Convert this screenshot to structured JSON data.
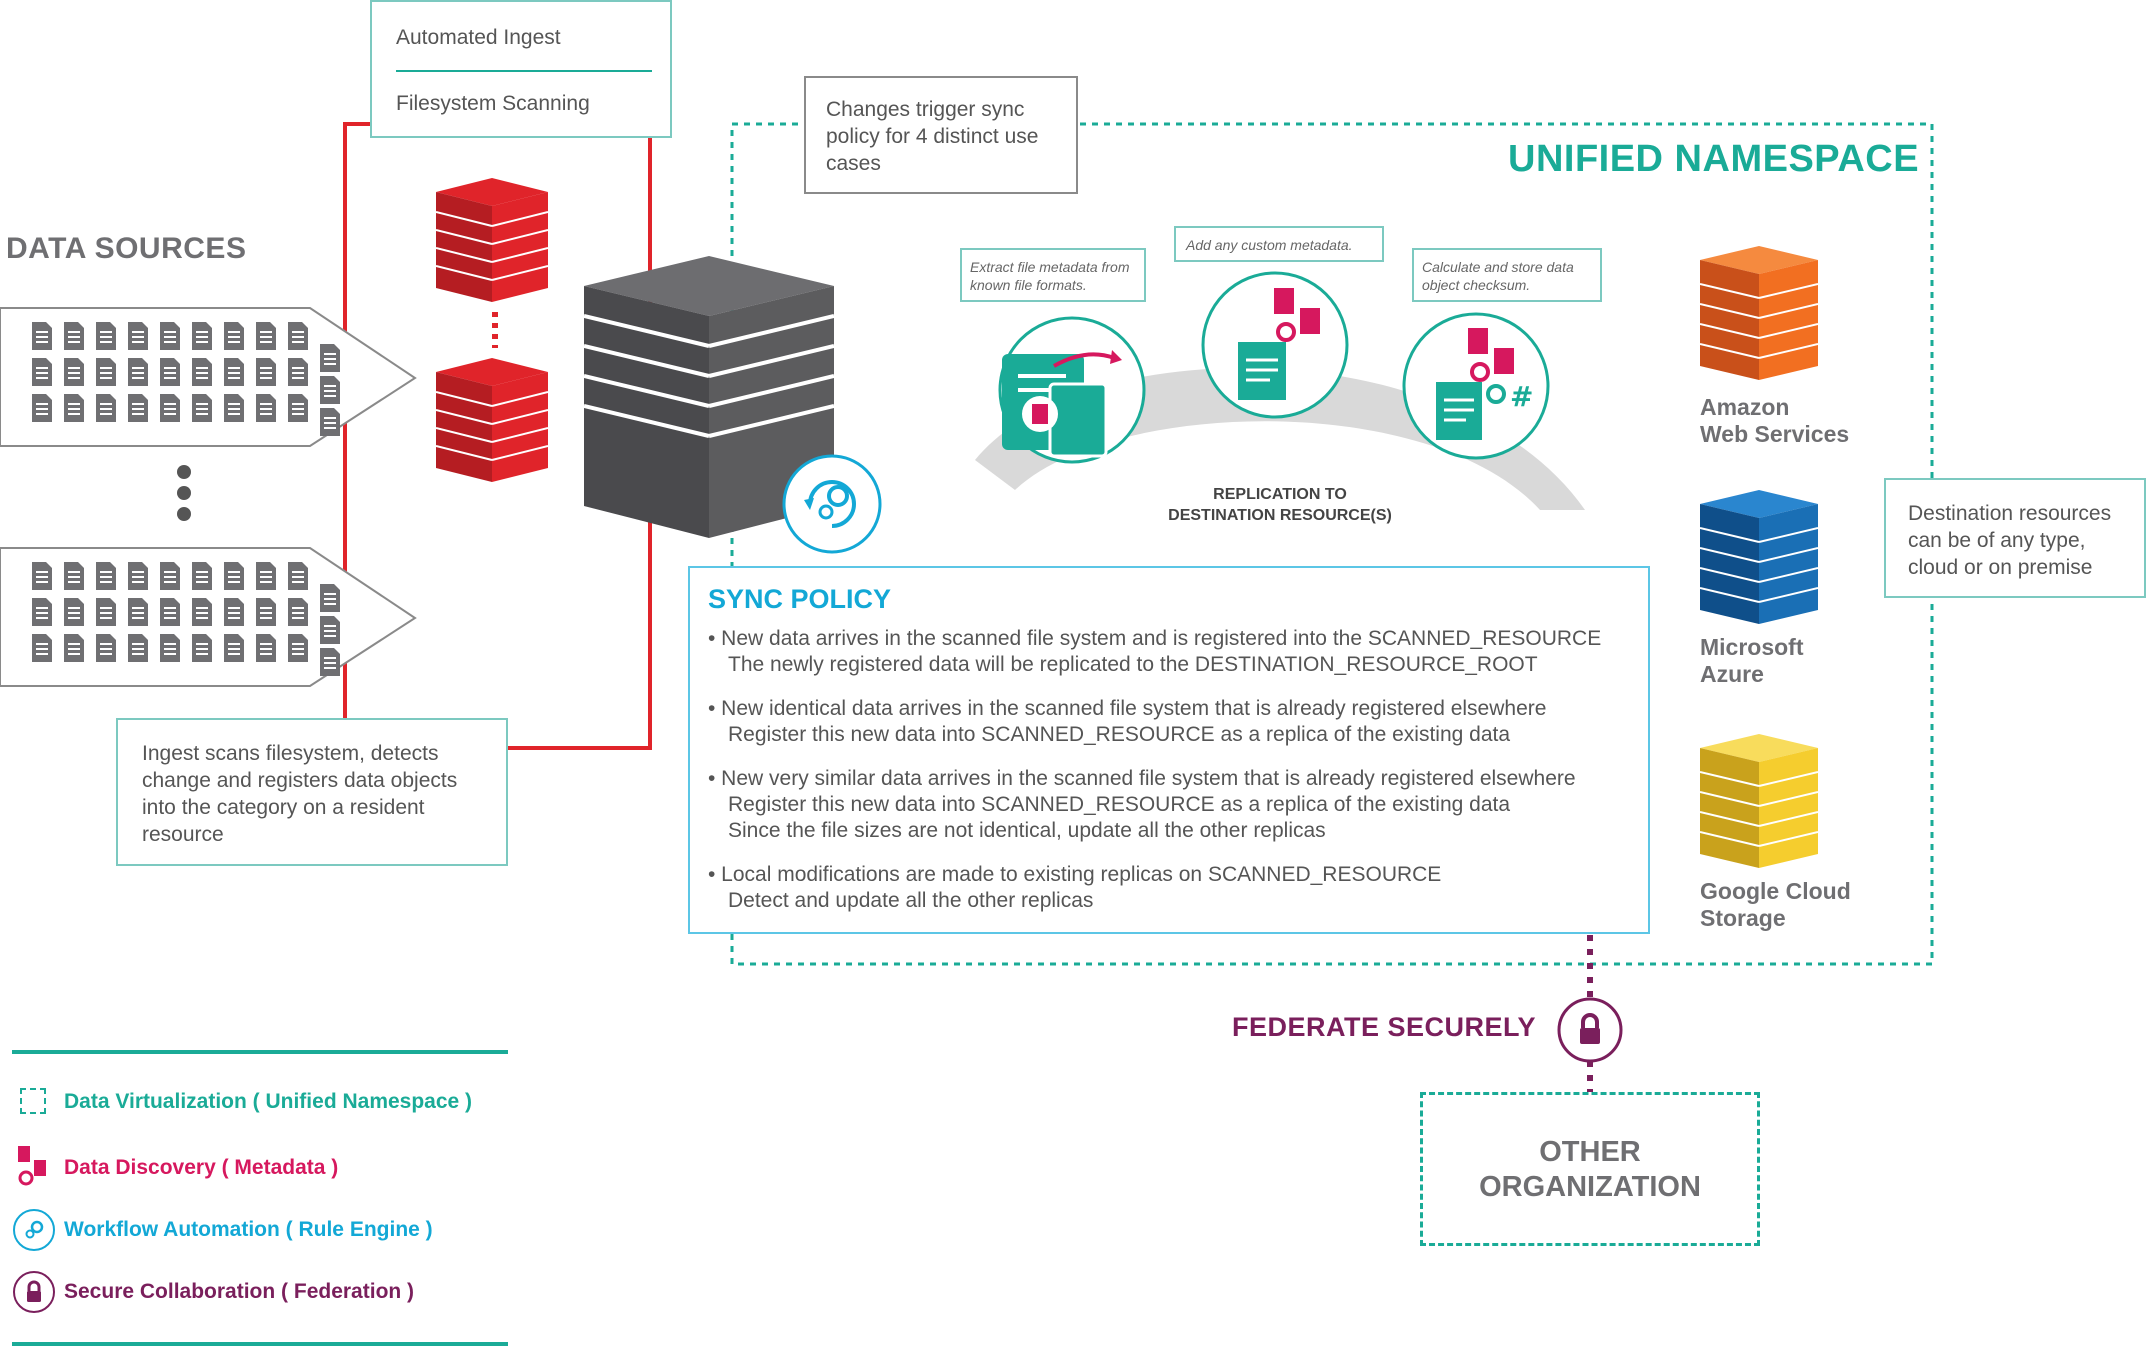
{
  "ingest_box": {
    "items": [
      "Automated Ingest",
      "Filesystem Scanning"
    ]
  },
  "data_sources_title": "DATA SOURCES",
  "changes_note": "Changes trigger sync policy for 4 distinct use cases",
  "unified_namespace_title": "UNIFIED NAMESPACE",
  "metadata_notes": {
    "extract": "Extract file metadata from known file formats.",
    "custom": "Add any custom metadata.",
    "checksum": "Calculate and store data object checksum."
  },
  "replication_label": [
    "REPLICATION TO",
    "DESTINATION RESOURCE(S)"
  ],
  "clouds": [
    {
      "name": [
        "Amazon",
        "Web Services"
      ],
      "color": "#f26f21"
    },
    {
      "name": [
        "Microsoft",
        "Azure"
      ],
      "color": "#1a6fb5"
    },
    {
      "name": [
        "Google Cloud",
        "Storage"
      ],
      "color": "#f5cd2e"
    }
  ],
  "destination_note": "Destination resources can be of any type, cloud or on premise",
  "ingest_note": "Ingest scans filesystem, detects change and registers data objects into the category on a resident resource",
  "sync_policy": {
    "title": "SYNC POLICY",
    "cases": [
      [
        "• New data arrives in the scanned file system and is registered into the SCANNED_RESOURCE",
        "The newly registered data will be replicated to the DESTINATION_RESOURCE_ROOT"
      ],
      [
        "• New identical data arrives in the scanned file system that is already registered elsewhere",
        "Register this new data into SCANNED_RESOURCE as a replica of the existing data"
      ],
      [
        "• New very similar data arrives in the scanned file system that is already registered elsewhere",
        "Register this new data into SCANNED_RESOURCE as a replica of the existing data",
        "Since the file sizes are not identical, update all the other replicas"
      ],
      [
        "• Local modifications are made to existing replicas on SCANNED_RESOURCE",
        "Detect and update all the other replicas"
      ]
    ]
  },
  "federate_label": "FEDERATE SECURELY",
  "other_org": [
    "OTHER",
    "ORGANIZATION"
  ],
  "legend": [
    {
      "label": "Data Virtualization ( Unified Namespace )",
      "icon": "dotted-square-icon",
      "color": "#1aab97"
    },
    {
      "label": "Data Discovery ( Metadata )",
      "icon": "documents-link-icon",
      "color": "#d6185e"
    },
    {
      "label": "Workflow Automation ( Rule Engine )",
      "icon": "gears-cycle-icon",
      "color": "#13a8d6"
    },
    {
      "label": "Secure Collaboration ( Federation )",
      "icon": "lock-icon",
      "color": "#7a1f5c"
    }
  ],
  "colors": {
    "teal": "#1aab97",
    "red": "#e0242a",
    "grey_server": "#5c5c5e",
    "purple": "#7a1f5c",
    "cyan": "#13a8d6",
    "magenta": "#d6185e"
  }
}
